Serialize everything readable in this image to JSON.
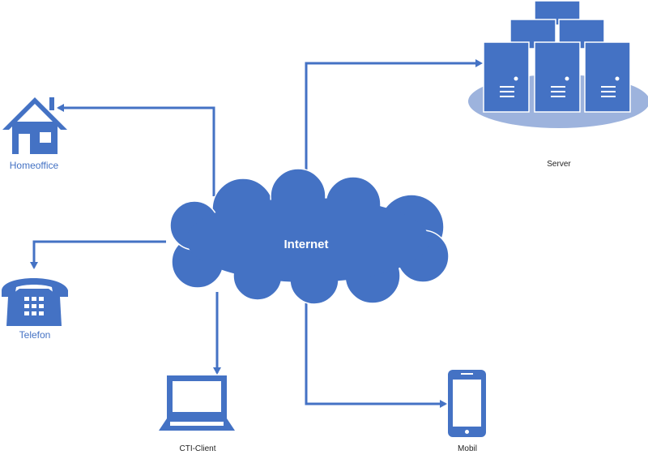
{
  "diagram": {
    "cloud": {
      "label": "Internet"
    },
    "nodes": {
      "homeoffice": {
        "label": "Homeoffice"
      },
      "telefon": {
        "label": "Telefon"
      },
      "server": {
        "label": "Server"
      },
      "cti_client": {
        "label": "CTI-Client"
      },
      "mobil": {
        "label": "Mobil"
      }
    }
  },
  "colors": {
    "primary": "#4472c4",
    "halo": "#9db3dd",
    "edge_blue": "#5b7fc4",
    "icon_detail": "#ffffff",
    "dark_text": "#1f1f1f"
  }
}
